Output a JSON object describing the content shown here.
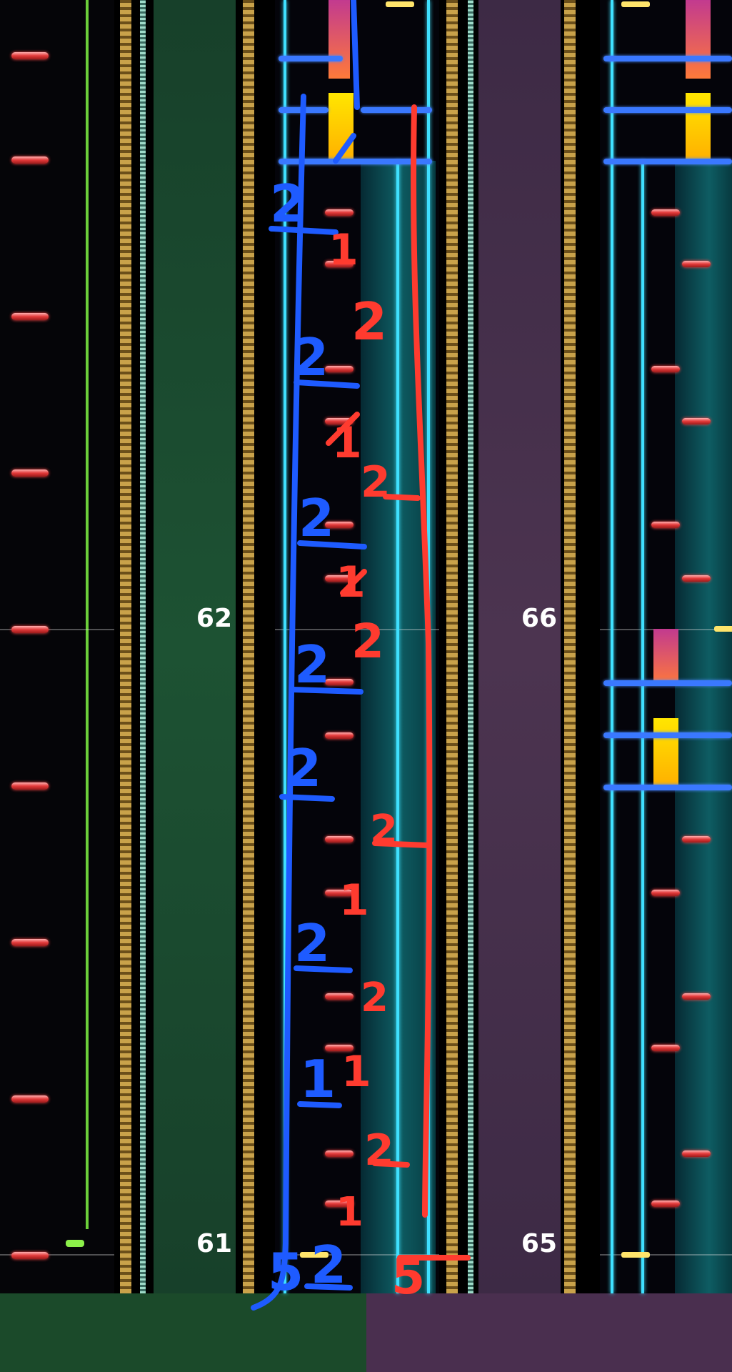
{
  "measures": {
    "left_column": {
      "upper": "62",
      "lower": "61"
    },
    "right_column": {
      "upper": "66",
      "lower": "65"
    }
  },
  "annotations": {
    "blue_digits": [
      "2",
      "2",
      "2",
      "2",
      "2",
      "2",
      "1",
      "5",
      "2"
    ],
    "red_digits": [
      "1",
      "2",
      "1",
      "2",
      "1",
      "2",
      "2",
      "1",
      "2",
      "1",
      "2",
      "1",
      "5"
    ]
  },
  "colors": {
    "background": "#000000",
    "green_panel": "#1b4a2a",
    "purple_panel": "#4a2f4f",
    "annotation_blue": "#1e5bff",
    "annotation_red": "#ff3b2f",
    "note_red": "#e33a3a",
    "cyan_line": "#3fe0ff",
    "rail_gold": "#c9a24a"
  }
}
